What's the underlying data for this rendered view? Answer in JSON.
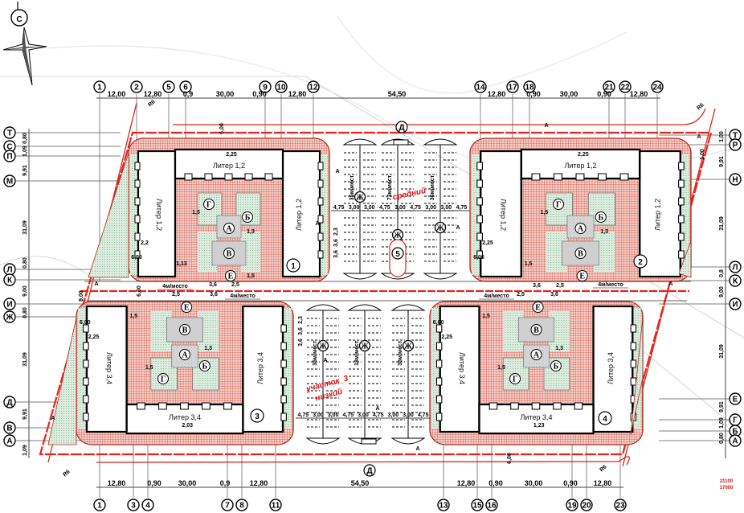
{
  "compass": {
    "label": "С"
  },
  "axes": {
    "top": [
      "1",
      "2",
      "5",
      "6",
      "9",
      "10",
      "12",
      "14",
      "17",
      "18",
      "21",
      "22",
      "24"
    ],
    "bottom": [
      "1",
      "3",
      "4",
      "7",
      "8",
      "11",
      "13",
      "15",
      "16",
      "19",
      "20",
      "23"
    ],
    "left": [
      "Т",
      "С",
      "П",
      "М",
      "Л",
      "К",
      "И",
      "Ж",
      "Д",
      "В",
      "А"
    ],
    "right": [
      "Т",
      "Р",
      "Н",
      "Л",
      "К",
      "И",
      "Е",
      "Г",
      "Б",
      "А"
    ]
  },
  "dims": {
    "top": [
      "12,00",
      "12,80",
      "0,9",
      "30,00",
      "0,90",
      "12,80",
      "54,50",
      "12,80",
      "0,90",
      "30,00",
      "0,90",
      "12,80"
    ],
    "bottom": [
      "12,80",
      "0,90",
      "30,00",
      "0,9",
      "12,80",
      "54,50",
      "12,80",
      "0,90",
      "30,00",
      "0,90",
      "12,80"
    ],
    "left": [
      "0,80",
      "1,09",
      "9,91",
      "31,09",
      "0,80",
      "9,00",
      "0,80",
      "31,09",
      "9,91",
      "1,09"
    ],
    "right": [
      "1,00",
      "9,91",
      "31,09",
      "0,8",
      "9,00",
      "31,09",
      "9,91",
      "1,09",
      "0,80"
    ]
  },
  "blocks": [
    {
      "number": "1",
      "liter": "Литер 1,2",
      "courts": [
        "Г",
        "Б",
        "А",
        "В",
        "Е"
      ],
      "dims": [
        "2,25",
        "1,5",
        "1,3",
        "1,13",
        "6,00",
        "2,2"
      ]
    },
    {
      "number": "2",
      "liter": "Литер 1,2",
      "courts": [
        "Г",
        "Б",
        "А",
        "В",
        "Е"
      ],
      "dims": [
        "2,25",
        "1,5",
        "1,3",
        "1,5",
        "6,00",
        "2,25"
      ]
    },
    {
      "number": "3",
      "liter": "Литер 3,4",
      "courts": [
        "Г",
        "Б",
        "А",
        "В",
        "Е"
      ],
      "dims": [
        "2,03",
        "1,5",
        "1,3",
        "1,5",
        "6,00",
        "2,25"
      ]
    },
    {
      "number": "4",
      "liter": "Литер 3,4",
      "courts": [
        "Г",
        "Б",
        "А",
        "В",
        "Е"
      ],
      "dims": [
        "1,23",
        "1,5",
        "1,3",
        "1,5",
        "6,00",
        "2,25"
      ]
    }
  ],
  "parking": {
    "top": {
      "row_labels": [
        "35м/мест",
        "73м/мест",
        "36м/мест"
      ],
      "site_label": "средний",
      "widths": [
        "4,75",
        "3,00",
        "3,00",
        "4,75",
        "3,00",
        "4,75",
        "3,00",
        "3,00",
        "4,75"
      ],
      "number": "5",
      "spacing": [
        "2,3",
        "3,6",
        "3,6"
      ]
    },
    "bottom": {
      "row_labels": [
        "35м/мест",
        "18м/мест",
        "35м/мест"
      ],
      "site_label": "участок_3",
      "site_sub": "низкий",
      "widths": [
        "4,75",
        "3,00",
        "3,00",
        "4,75",
        "3,00",
        "4,75",
        "3,00",
        "3,00",
        "4,75"
      ],
      "spacing": [
        "2,3",
        "3,6",
        "3,6"
      ]
    }
  },
  "street": {
    "labels": [
      "4м/место",
      "4м/место",
      "4м/место",
      "4м/место"
    ],
    "dims": [
      "3,6",
      "2,5",
      "1,5",
      "2,5",
      "3,6",
      "3,6",
      "2,5",
      "2,5",
      "3,6"
    ],
    "width": "9,00",
    "offset": "6,00"
  },
  "markers": {
    "d": "Д",
    "a": "А",
    "zh": "Ж",
    "radius": "R6",
    "offset": "6,00",
    "offset2": "1,00"
  },
  "stamp": [
    "21100",
    "17000"
  ]
}
